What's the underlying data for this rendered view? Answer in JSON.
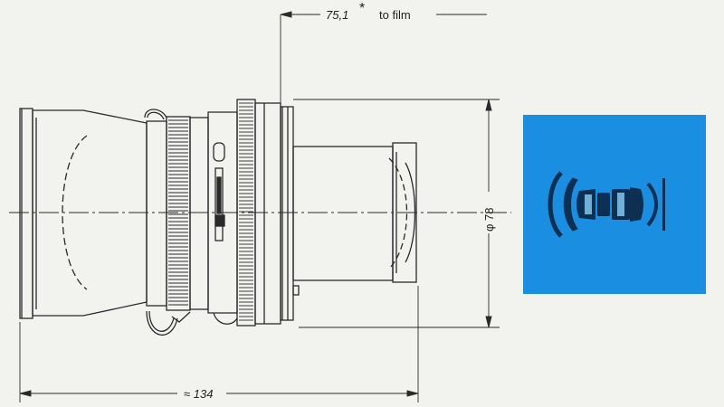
{
  "dimensions": {
    "flange_distance": "75,1",
    "flange_asterisk": "*",
    "flange_suffix": "to film",
    "diameter": "φ 78",
    "length": "≈ 134"
  },
  "colors": {
    "line": "#2a2a2a",
    "paper": "#f2f2ef",
    "panel": "#1a8ee0",
    "schematic": "#0c2f52"
  },
  "icons": [
    "lens-element-schematic-icon"
  ]
}
